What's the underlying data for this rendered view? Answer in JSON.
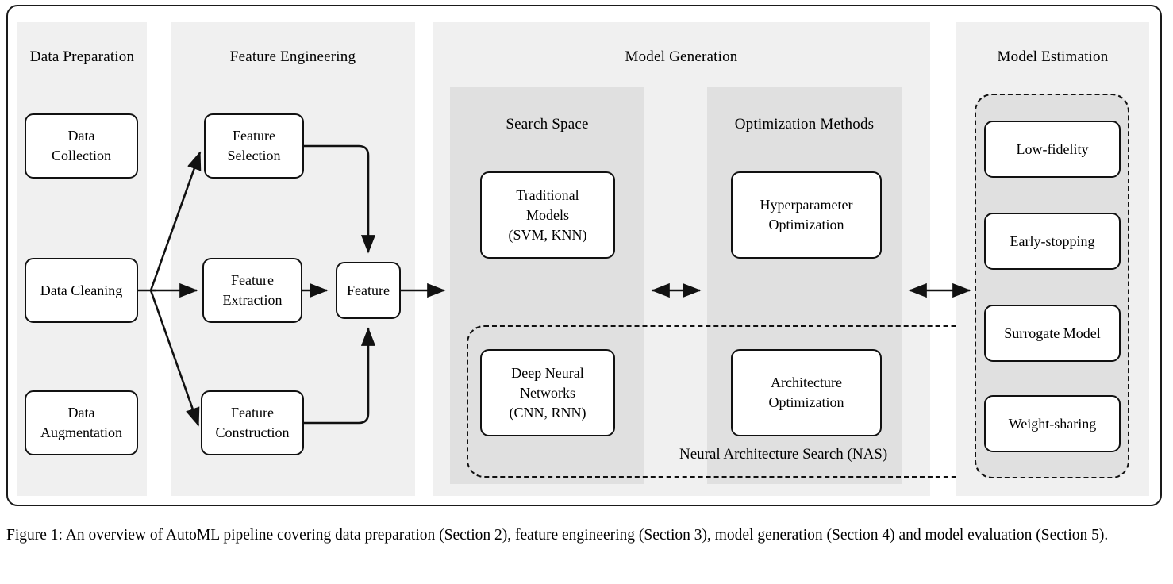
{
  "figure": {
    "caption": "Figure 1: An overview of AutoML pipeline covering data preparation (Section 2), feature engineering (Section 3), model generation (Section 4) and model evaluation (Section 5).",
    "background": "#ffffff",
    "frame_color": "#1a1a1a",
    "stage_fill": "#f0f0f0",
    "subpanel_fill": "#e0e0e0",
    "node_fill": "#ffffff",
    "node_stroke": "#111111"
  },
  "stages": [
    {
      "id": "data-preparation",
      "title": "Data Preparation",
      "nodes": [
        {
          "id": "data-collection",
          "label": "Data\nCollection"
        },
        {
          "id": "data-cleaning",
          "label": "Data Cleaning"
        },
        {
          "id": "data-augmentation",
          "label": "Data\nAugmentation"
        }
      ]
    },
    {
      "id": "feature-engineering",
      "title": "Feature Engineering",
      "nodes": [
        {
          "id": "feature-selection",
          "label": "Feature\nSelection"
        },
        {
          "id": "feature-extraction",
          "label": "Feature\nExtraction"
        },
        {
          "id": "feature-construction",
          "label": "Feature\nConstruction"
        },
        {
          "id": "feature",
          "label": "Feature"
        }
      ]
    },
    {
      "id": "model-generation",
      "title": "Model Generation",
      "subpanels": [
        {
          "id": "search-space",
          "title": "Search Space",
          "nodes": [
            {
              "id": "traditional-models",
              "label": "Traditional\nModels\n(SVM, KNN)"
            },
            {
              "id": "deep-neural-networks",
              "label": "Deep Neural\nNetworks\n(CNN, RNN)"
            }
          ]
        },
        {
          "id": "optimization-methods",
          "title": "Optimization Methods",
          "nodes": [
            {
              "id": "hyperparameter-optimization",
              "label": "Hyperparameter\nOptimization"
            },
            {
              "id": "architecture-optimization",
              "label": "Architecture\nOptimization"
            }
          ]
        }
      ],
      "nas_label": "Neural Architecture Search (NAS)"
    },
    {
      "id": "model-estimation",
      "title": "Model Estimation",
      "nodes": [
        {
          "id": "low-fidelity",
          "label": "Low-fidelity"
        },
        {
          "id": "early-stopping",
          "label": "Early-stopping"
        },
        {
          "id": "surrogate-model",
          "label": "Surrogate Model"
        },
        {
          "id": "weight-sharing",
          "label": "Weight-sharing"
        }
      ]
    }
  ]
}
